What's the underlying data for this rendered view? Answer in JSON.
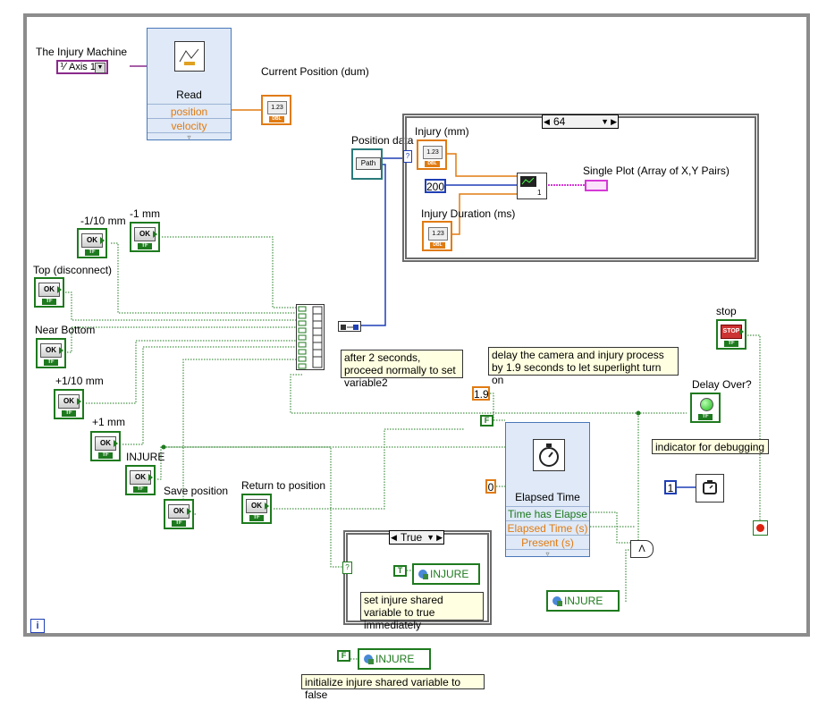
{
  "controls": {
    "injury_machine": {
      "label": "The Injury Machine",
      "value": "Axis 1"
    },
    "current_position": {
      "label": "Current Position (dum)"
    },
    "read_node": {
      "title": "Read",
      "terminals": [
        "position",
        "velocity"
      ]
    },
    "position_data": {
      "label": "Position data",
      "text": "Path"
    },
    "minus_tenth_mm": {
      "label": "-1/10 mm"
    },
    "minus_mm": {
      "label": "-1 mm"
    },
    "top_disconnect": {
      "label": "Top (disconnect)"
    },
    "near_bottom": {
      "label": "Near Bottom"
    },
    "plus_tenth_mm": {
      "label": "+1/10 mm"
    },
    "plus_mm": {
      "label": "+1 mm"
    },
    "injure": {
      "label": "INJURE"
    },
    "save_position": {
      "label": "Save position"
    },
    "return_to_position": {
      "label": "Return to position"
    },
    "stop": {
      "label": "stop"
    },
    "delay_over": {
      "label": "Delay Over?"
    }
  },
  "case_structure_top": {
    "selector": "64",
    "injury_mm": "Injury (mm)",
    "injury_duration": "Injury Duration (ms)",
    "const_200": "200",
    "single_plot": "Single Plot (Array of X,Y Pairs)"
  },
  "case_structure_bottom": {
    "selector": "True",
    "const_t": "T",
    "var_injure": "INJURE",
    "comment": "set injure shared variable to true immediately"
  },
  "elapsed_time": {
    "title": "Elapsed Time",
    "terminals": [
      "Time has Elapse",
      "Elapsed Time (s)",
      "Present (s)"
    ]
  },
  "constants": {
    "c19": "1.9",
    "cF": "F",
    "c0": "0",
    "c1": "1",
    "cF_bottom": "F"
  },
  "comments": {
    "after_2s": "after 2 seconds, proceed normally to set variable2",
    "delay_camera": "delay the camera and injury process by 1.9 seconds to let superlight turn on",
    "indicator_debug": "indicator for debugging",
    "init_false": "initialize injure shared variable to false"
  },
  "vars": {
    "injure_and": "INJURE",
    "injure_init": "INJURE"
  },
  "glyphs": {
    "and_gate": "Λ",
    "info": "i",
    "ok": "OK",
    "tf": "TF",
    "stop_face": "STOP",
    "dbl": "DBL",
    "num": "1.23"
  },
  "colors": {
    "bool_green": "#1e7a1e",
    "dbl_orange": "#e07b12",
    "path_teal": "#2a7a7a",
    "cluster_pink": "#d63ad6",
    "int_blue": "#1f3fb5"
  }
}
